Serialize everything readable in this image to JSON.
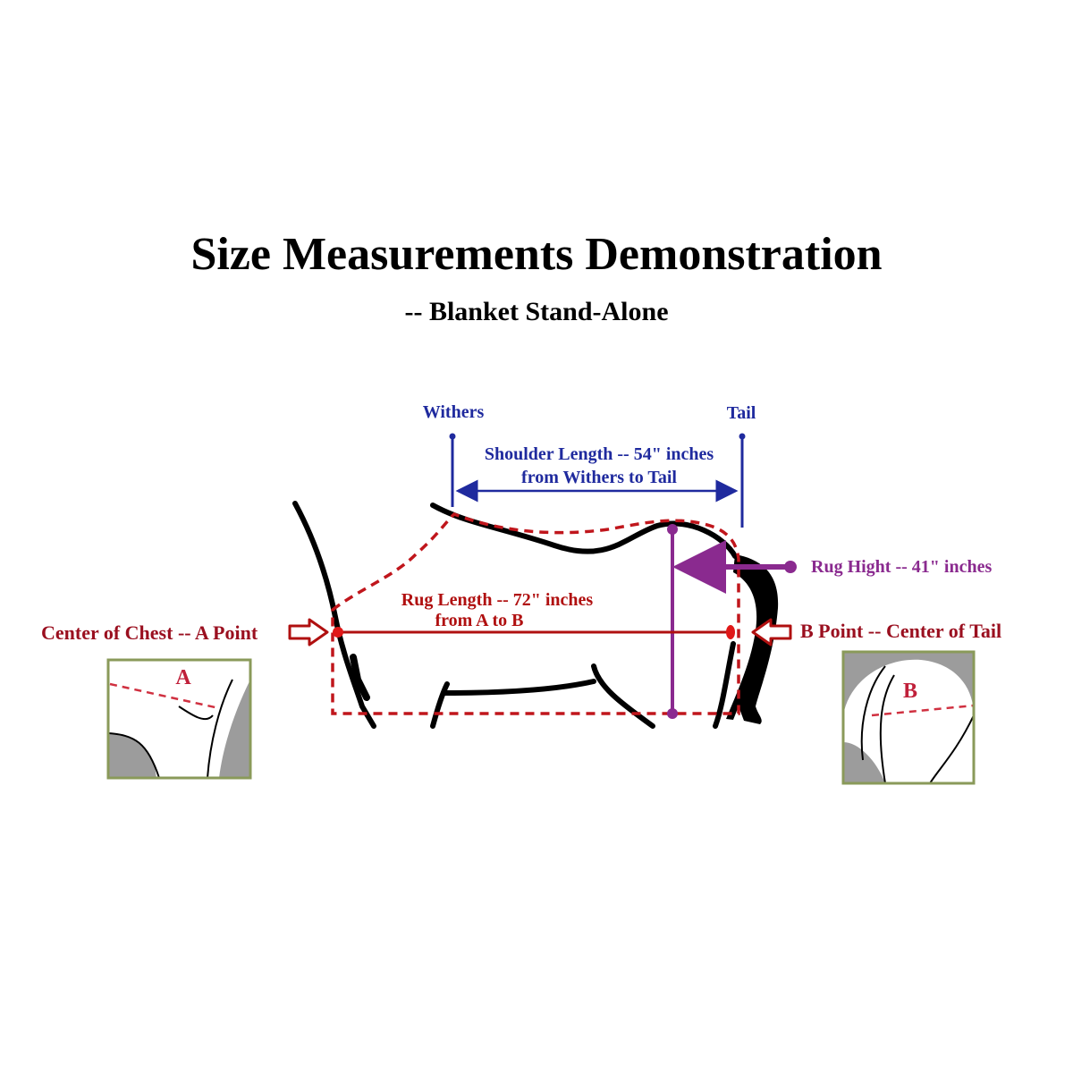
{
  "title": "Size Measurements Demonstration",
  "subtitle": "-- Blanket Stand-Alone",
  "labels": {
    "withers": "Withers",
    "tail": "Tail",
    "shoulder_line1": "Shoulder Length -- 54\" inches",
    "shoulder_line2": "from Withers to Tail",
    "rug_hight": "Rug Hight -- 41\" inches",
    "rug_length_line1": "Rug Length -- 72\" inches",
    "rug_length_line2": "from A to B",
    "center_of_chest": "Center of Chest -- A Point",
    "b_point": "B Point -- Center of Tail",
    "inset_a_letter": "A",
    "inset_b_letter": "B"
  },
  "colors": {
    "blue": "#1f2a9e",
    "red": "#b01010",
    "dark_red": "#9a0f1f",
    "purple": "#8a2a8f",
    "black": "#000000",
    "inset_gray": "#9c9c9c",
    "inset_border": "#8a9a5a"
  }
}
